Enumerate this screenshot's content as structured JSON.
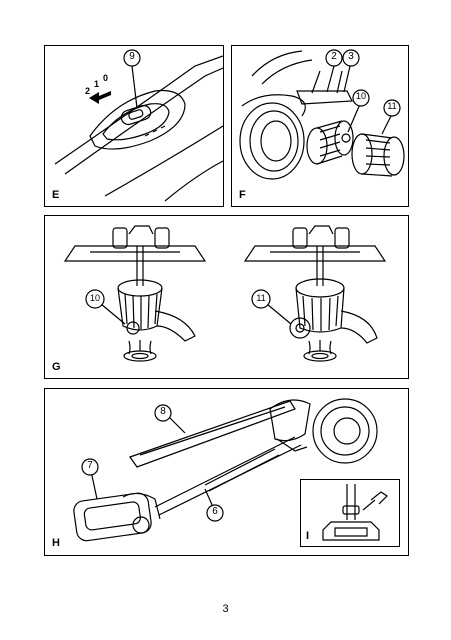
{
  "panels": {
    "E": {
      "label": "E",
      "callouts": {
        "c9": "9",
        "pos2": "2",
        "pos1": "1",
        "pos0": "0"
      }
    },
    "F": {
      "label": "F",
      "callouts": {
        "c2": "2",
        "c3": "3",
        "c10": "10",
        "c11": "11"
      }
    },
    "G": {
      "label": "G",
      "callouts": {
        "c10": "10",
        "c11": "11"
      }
    },
    "H": {
      "label": "H",
      "callouts": {
        "c8": "8",
        "c7": "7",
        "c6": "6"
      }
    },
    "I": {
      "label": "I"
    }
  },
  "page_number": "3"
}
